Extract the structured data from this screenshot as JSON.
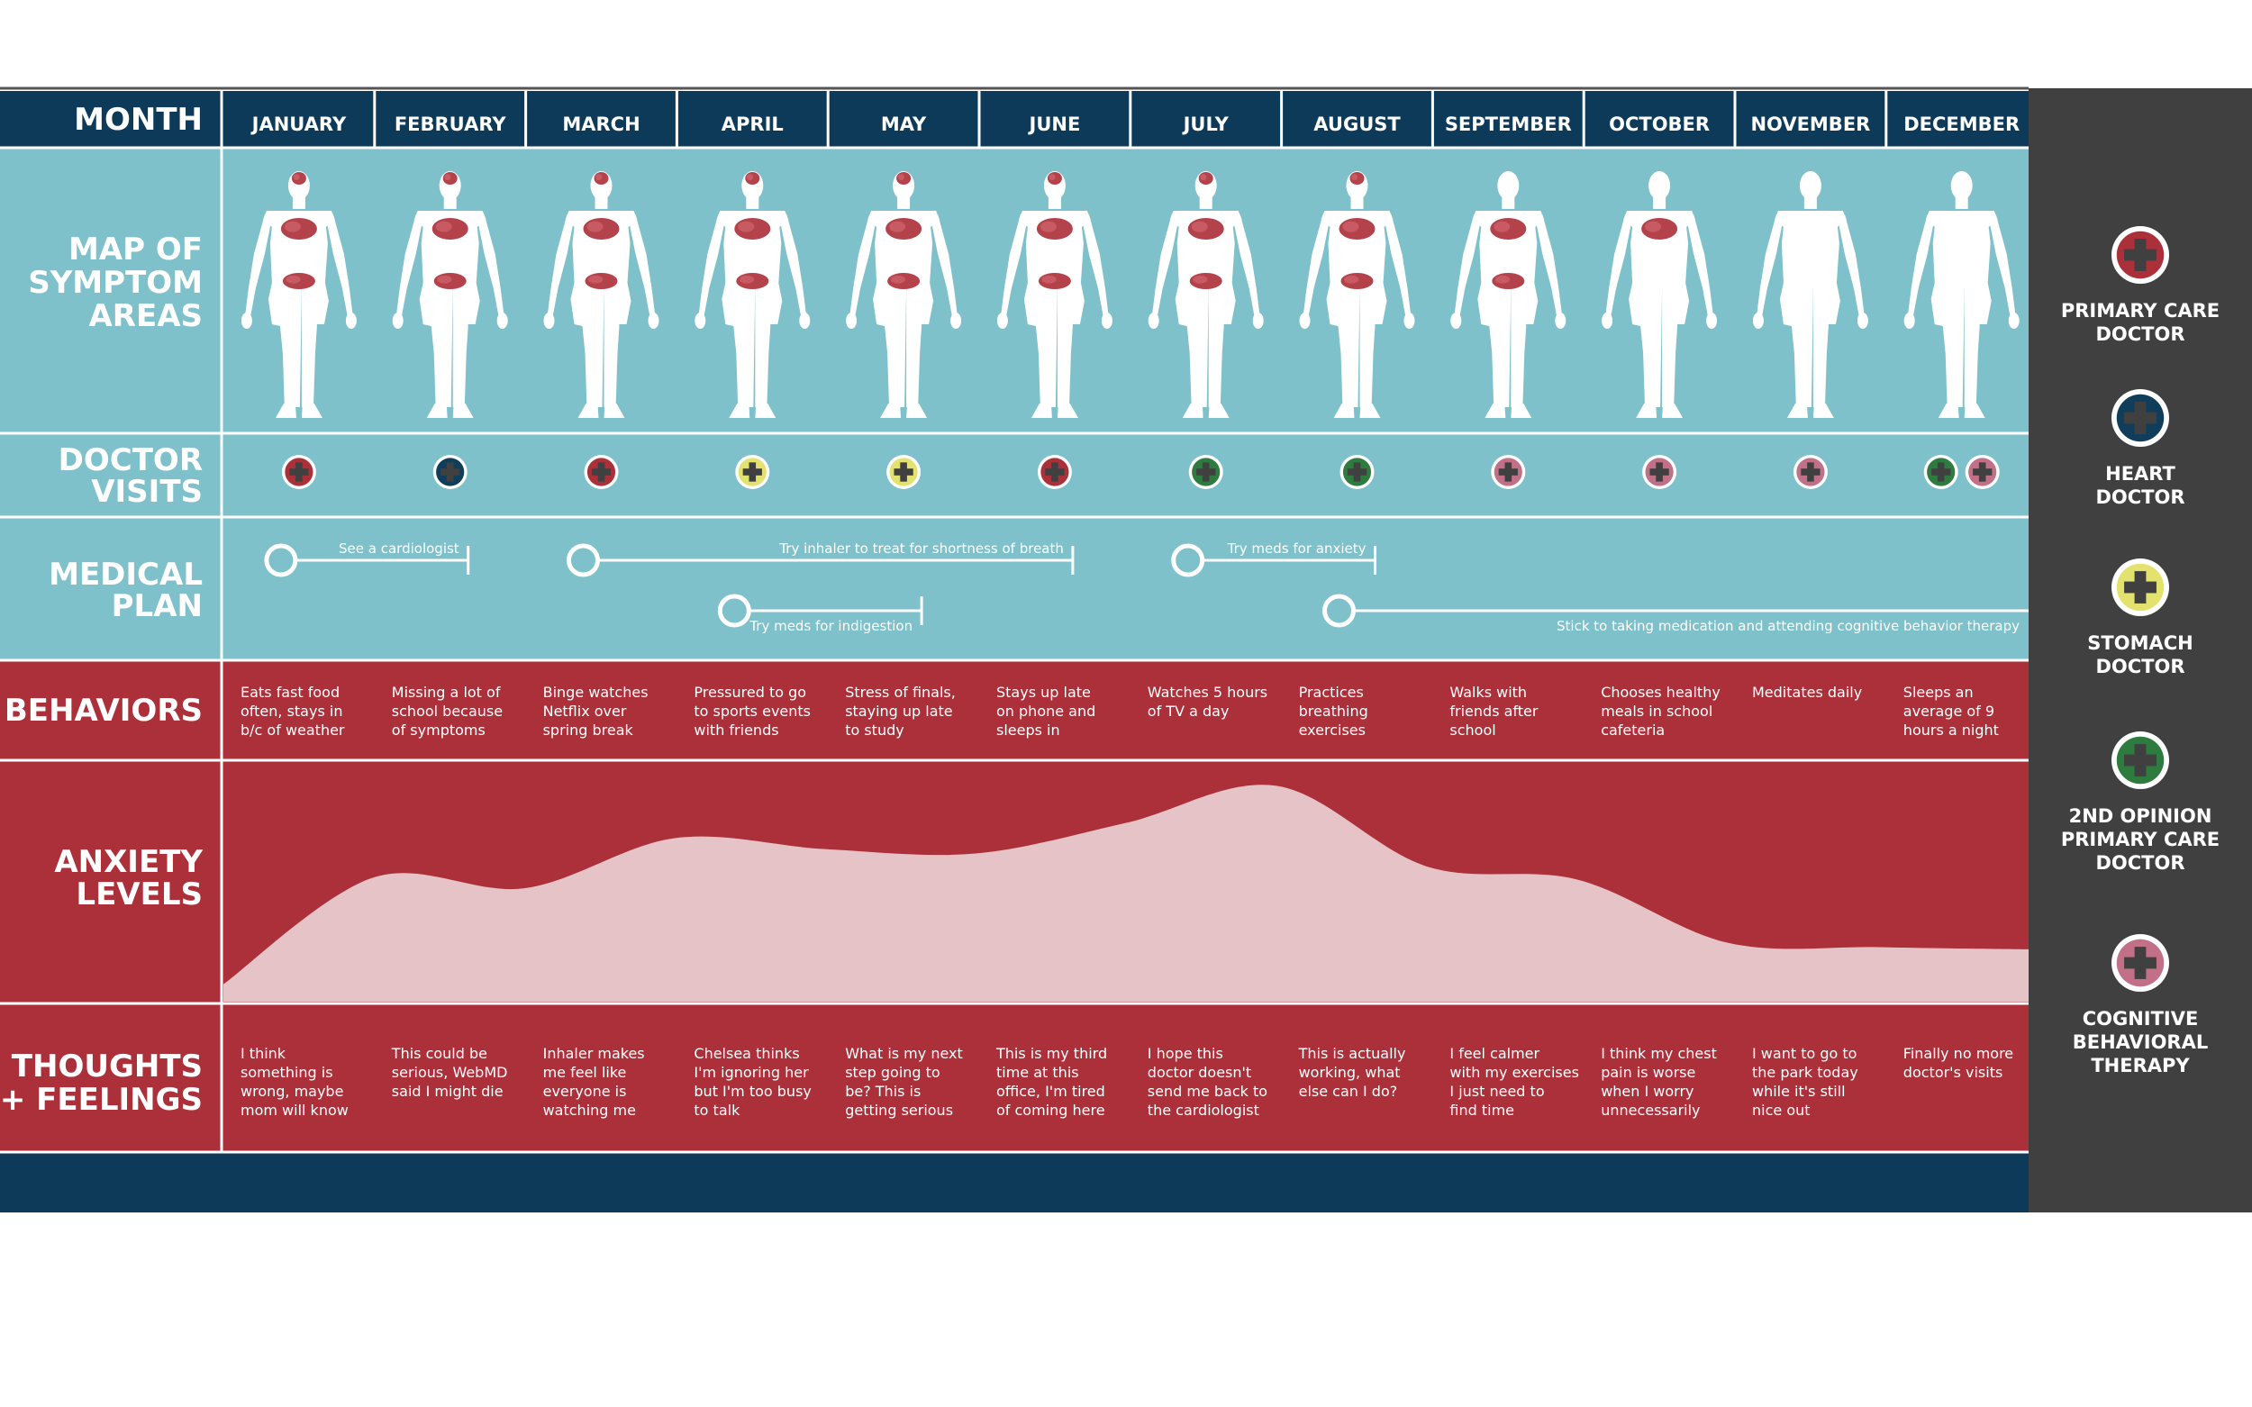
{
  "header": {
    "month_label": "MONTH",
    "months": [
      "JANUARY",
      "FEBRUARY",
      "MARCH",
      "APRIL",
      "MAY",
      "JUNE",
      "JULY",
      "AUGUST",
      "SEPTEMBER",
      "OCTOBER",
      "NOVEMBER",
      "DECEMBER"
    ]
  },
  "rows": {
    "symptom_map": [
      "MAP OF",
      "SYMPTOM",
      "AREAS"
    ],
    "doctor_visits": [
      "DOCTOR",
      "VISITS"
    ],
    "medical_plan": [
      "MEDICAL",
      "PLAN"
    ],
    "behaviors": [
      "BEHAVIORS"
    ],
    "anxiety": [
      "ANXIETY",
      "LEVELS"
    ],
    "thoughts": [
      "THOUGHTS",
      "+ FEELINGS"
    ]
  },
  "symptoms_by_month": [
    [
      "head",
      "chest",
      "abdomen"
    ],
    [
      "head",
      "chest",
      "abdomen"
    ],
    [
      "head",
      "chest",
      "abdomen"
    ],
    [
      "head",
      "chest",
      "abdomen"
    ],
    [
      "head",
      "chest",
      "abdomen"
    ],
    [
      "head",
      "chest",
      "abdomen"
    ],
    [
      "head",
      "chest",
      "abdomen"
    ],
    [
      "head",
      "chest",
      "abdomen"
    ],
    [
      "chest",
      "abdomen"
    ],
    [
      "chest"
    ],
    [],
    []
  ],
  "doctor_visits": [
    {
      "month": 1,
      "doctor": "primary"
    },
    {
      "month": 2,
      "doctor": "heart"
    },
    {
      "month": 3,
      "doctor": "primary"
    },
    {
      "month": 4,
      "doctor": "stomach"
    },
    {
      "month": 5,
      "doctor": "stomach"
    },
    {
      "month": 6,
      "doctor": "primary"
    },
    {
      "month": 7,
      "doctor": "second"
    },
    {
      "month": 8,
      "doctor": "second"
    },
    {
      "month": 9,
      "doctor": "cbt"
    },
    {
      "month": 10,
      "doctor": "cbt"
    },
    {
      "month": 11,
      "doctor": "cbt"
    },
    {
      "month": 12,
      "doctor": "second"
    },
    {
      "month": 12,
      "doctor": "cbt"
    }
  ],
  "medical_plans": [
    {
      "label": "See a cardiologist",
      "start": "January",
      "end": "February"
    },
    {
      "label": "Try inhaler to treat for shortness of breath",
      "start": "March",
      "end": "June"
    },
    {
      "label": "Try meds for indigestion",
      "start": "April",
      "end": "May"
    },
    {
      "label": "Try meds for anxiety",
      "start": "July",
      "end": "August"
    },
    {
      "label": "Stick to taking medication and attending cognitive behavior therapy",
      "start": "August",
      "end": "December"
    }
  ],
  "behaviors": [
    [
      "Eats fast food",
      "often, stays in",
      "b/c of weather"
    ],
    [
      "Missing a lot of",
      "school because",
      "of symptoms"
    ],
    [
      "Binge watches",
      "Netflix over",
      "spring break"
    ],
    [
      "Pressured to go",
      "to sports events",
      "with friends"
    ],
    [
      "Stress of finals,",
      "staying up late",
      "to study"
    ],
    [
      "Stays up late",
      "on phone and",
      "sleeps in"
    ],
    [
      "Watches 5 hours",
      "of TV a day"
    ],
    [
      "Practices",
      "breathing",
      "exercises"
    ],
    [
      "Walks with",
      "friends after",
      "school"
    ],
    [
      "Chooses healthy",
      "meals in  school",
      "cafeteria"
    ],
    [
      "Meditates daily"
    ],
    [
      "Sleeps an",
      "average of 9",
      "hours a night"
    ]
  ],
  "anxiety_levels": [
    0.08,
    0.57,
    0.52,
    0.75,
    0.7,
    0.68,
    0.82,
    0.99,
    0.62,
    0.56,
    0.27,
    0.25,
    0.24
  ],
  "thoughts": [
    [
      "I think",
      "something is",
      "wrong, maybe",
      "mom will know"
    ],
    [
      "This could be",
      "serious, WebMD",
      "said I might die"
    ],
    [
      "Inhaler makes",
      "me feel like",
      "everyone is",
      "watching me"
    ],
    [
      "Chelsea thinks",
      "I'm ignoring her",
      "but I'm too busy",
      "to talk"
    ],
    [
      "What is my next",
      "step going to",
      "be? This is",
      "getting serious"
    ],
    [
      "This is my third",
      "time at this",
      "office, I'm tired",
      "of coming here"
    ],
    [
      "I hope this",
      "doctor doesn't",
      "send me back to",
      "the cardiologist"
    ],
    [
      "This is actually",
      "working, what",
      "else can I do?"
    ],
    [
      "I feel calmer",
      "with my exercises",
      "I just need to",
      "find time"
    ],
    [
      "I think my chest",
      "pain is worse",
      "when I worry",
      "unnecessarily"
    ],
    [
      "I want to go to",
      "the park today",
      "while it's still",
      "nice out"
    ],
    [
      "Finally no more",
      "doctor's visits"
    ]
  ],
  "legend": [
    {
      "key": "primary",
      "lines": [
        "PRIMARY CARE",
        "DOCTOR"
      ],
      "color": "#ac3039"
    },
    {
      "key": "heart",
      "lines": [
        "HEART",
        "DOCTOR"
      ],
      "color": "#0f3d5a"
    },
    {
      "key": "stomach",
      "lines": [
        "STOMACH",
        "DOCTOR"
      ],
      "color": "#e3e26e"
    },
    {
      "key": "second",
      "lines": [
        "2ND OPINION",
        "PRIMARY CARE",
        "DOCTOR"
      ],
      "color": "#2e7b3f"
    },
    {
      "key": "cbt",
      "lines": [
        "COGNITIVE",
        "BEHAVIORAL",
        "THERAPY"
      ],
      "color": "#c26f88"
    }
  ],
  "colors": {
    "navy": "#0d3a58",
    "teal": "#7ec1cb",
    "red": "#ac3039",
    "pink": "#e5c3c6",
    "side": "#404040",
    "symptom": "#b3424b"
  }
}
